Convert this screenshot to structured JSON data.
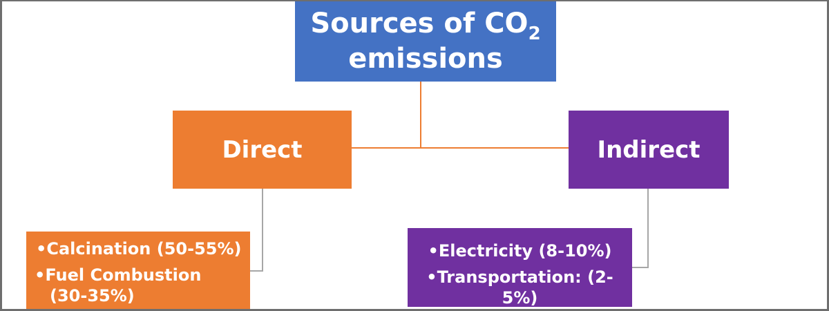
{
  "diagram": {
    "root": {
      "title_main": "Sources of CO",
      "title_sub": "2",
      "title_line2": "emissions"
    },
    "branches": [
      {
        "label": "Direct",
        "items": [
          "•Calcination (50-55%)",
          "•Fuel Combustion (30-35%)"
        ]
      },
      {
        "label": "Indirect",
        "items": [
          "•Electricity (8-10%)",
          "•Transportation:  (2-5%)"
        ]
      }
    ],
    "colors": {
      "root": "#4472c4",
      "direct": "#ed7d31",
      "indirect": "#7030a0",
      "connector_main": "#ed7d31",
      "connector_sub": "#a6a6a6"
    }
  }
}
